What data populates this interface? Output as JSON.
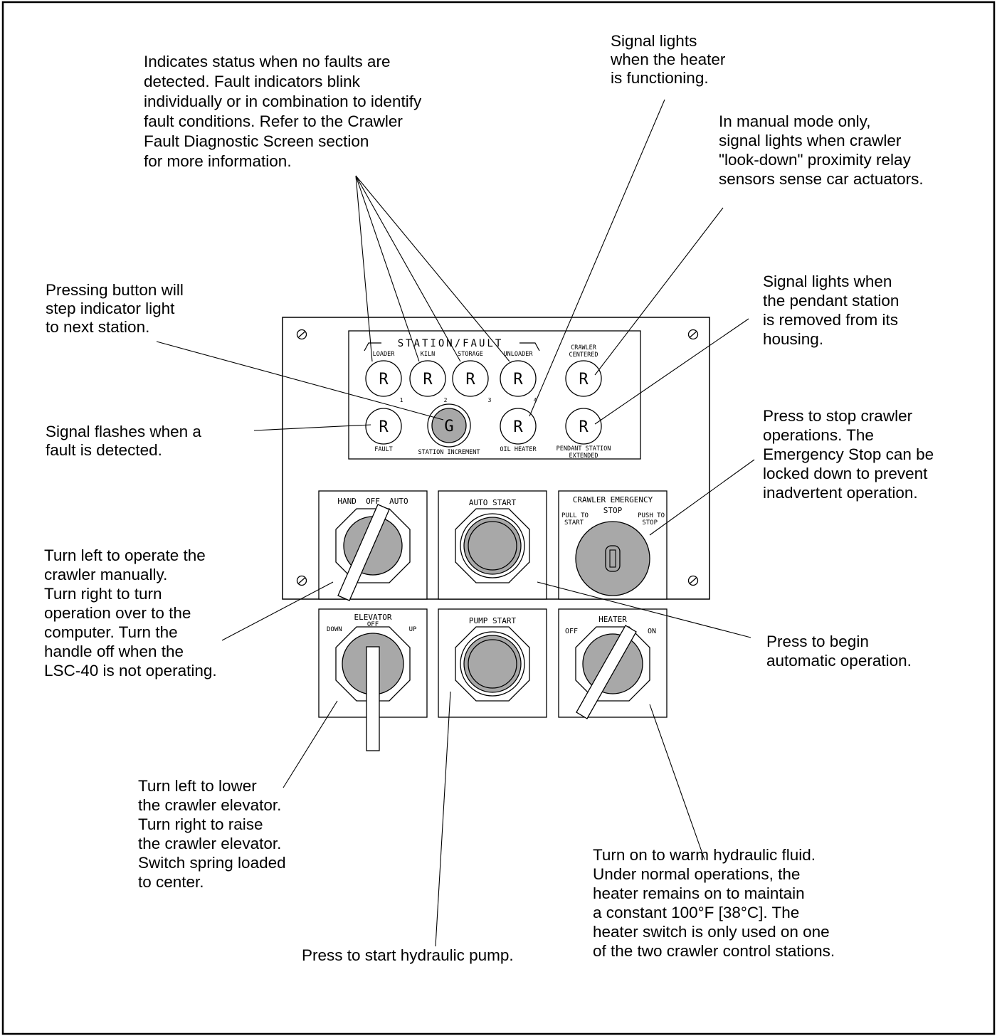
{
  "callouts": {
    "status": [
      "Indicates status when no faults are",
      "detected.  Fault indicators blink",
      "individually or in combination to identify",
      "fault conditions.  Refer to the Crawler",
      "Fault Diagnostic Screen section",
      "for more information."
    ],
    "heater_signal": [
      "Signal lights",
      "when the heater",
      "is functioning."
    ],
    "manual_mode": [
      "In manual mode only,",
      "signal lights when crawler",
      "\"look-down\" proximity relay",
      "sensors sense car actuators."
    ],
    "pressing_button": [
      "Pressing button will",
      "step indicator light",
      "to next station."
    ],
    "pendant": [
      "Signal lights when",
      "the pendant station",
      "is removed from its",
      "housing."
    ],
    "fault_flash": [
      "Signal flashes when a",
      "fault is detected."
    ],
    "estop": [
      "Press to stop crawler",
      "operations. The",
      "Emergency Stop can be",
      "locked down to prevent",
      "inadvertent operation."
    ],
    "hand_off_auto": [
      "Turn left to operate the",
      "crawler manually.",
      "Turn right to turn",
      "operation over to the",
      "computer.  Turn the",
      "handle off when the",
      "LSC-40 is not operating."
    ],
    "auto_start": [
      "Press to begin",
      "automatic operation."
    ],
    "elevator": [
      "Turn left to lower",
      "the crawler elevator.",
      "Turn right to raise",
      "the crawler elevator.",
      "Switch spring loaded",
      "to center."
    ],
    "hydraulic_fluid": [
      "Turn on to warm hydraulic fluid.",
      "Under normal operations, the",
      "heater remains on to maintain",
      "a constant 100°F [38°C]. The",
      "heater switch is only used on one",
      "of the two crawler control stations."
    ],
    "pump": [
      "Press to start hydraulic pump."
    ]
  },
  "panel": {
    "station_fault_header": "STATION/FAULT",
    "lamp_r": "R",
    "lamp_g": "G",
    "labels": {
      "loader": "LOADER",
      "kiln": "KILN",
      "storage": "STORAGE",
      "unloader": "UNLOADER",
      "crawler_centered_1": "CRAWLER",
      "crawler_centered_2": "CENTERED",
      "num_1": "1",
      "num_2": "2",
      "num_3": "3",
      "num_4": "4",
      "fault": "FAULT",
      "station_increment": "STATION INCREMENT",
      "oil_heater": "OIL HEATER",
      "pendant_1": "PENDANT STATION",
      "pendant_2": "EXTENDED"
    },
    "modules": {
      "hand_off_auto": "HAND  OFF  AUTO",
      "auto_start": "AUTO START",
      "estop_title": "CRAWLER EMERGENCY",
      "estop_stop": "STOP",
      "pull_to": "PULL TO",
      "start": "START",
      "push_to": "PUSH TO",
      "stop": "STOP",
      "elevator": "ELEVATOR",
      "down": "DOWN",
      "off": "OFF",
      "up": "UP",
      "pump_start": "PUMP START",
      "heater": "HEATER",
      "heater_off": "OFF",
      "heater_on": "ON"
    }
  },
  "colors": {
    "ink": "#000000",
    "knob_gray": "#a8a8a8",
    "paper": "#ffffff"
  }
}
